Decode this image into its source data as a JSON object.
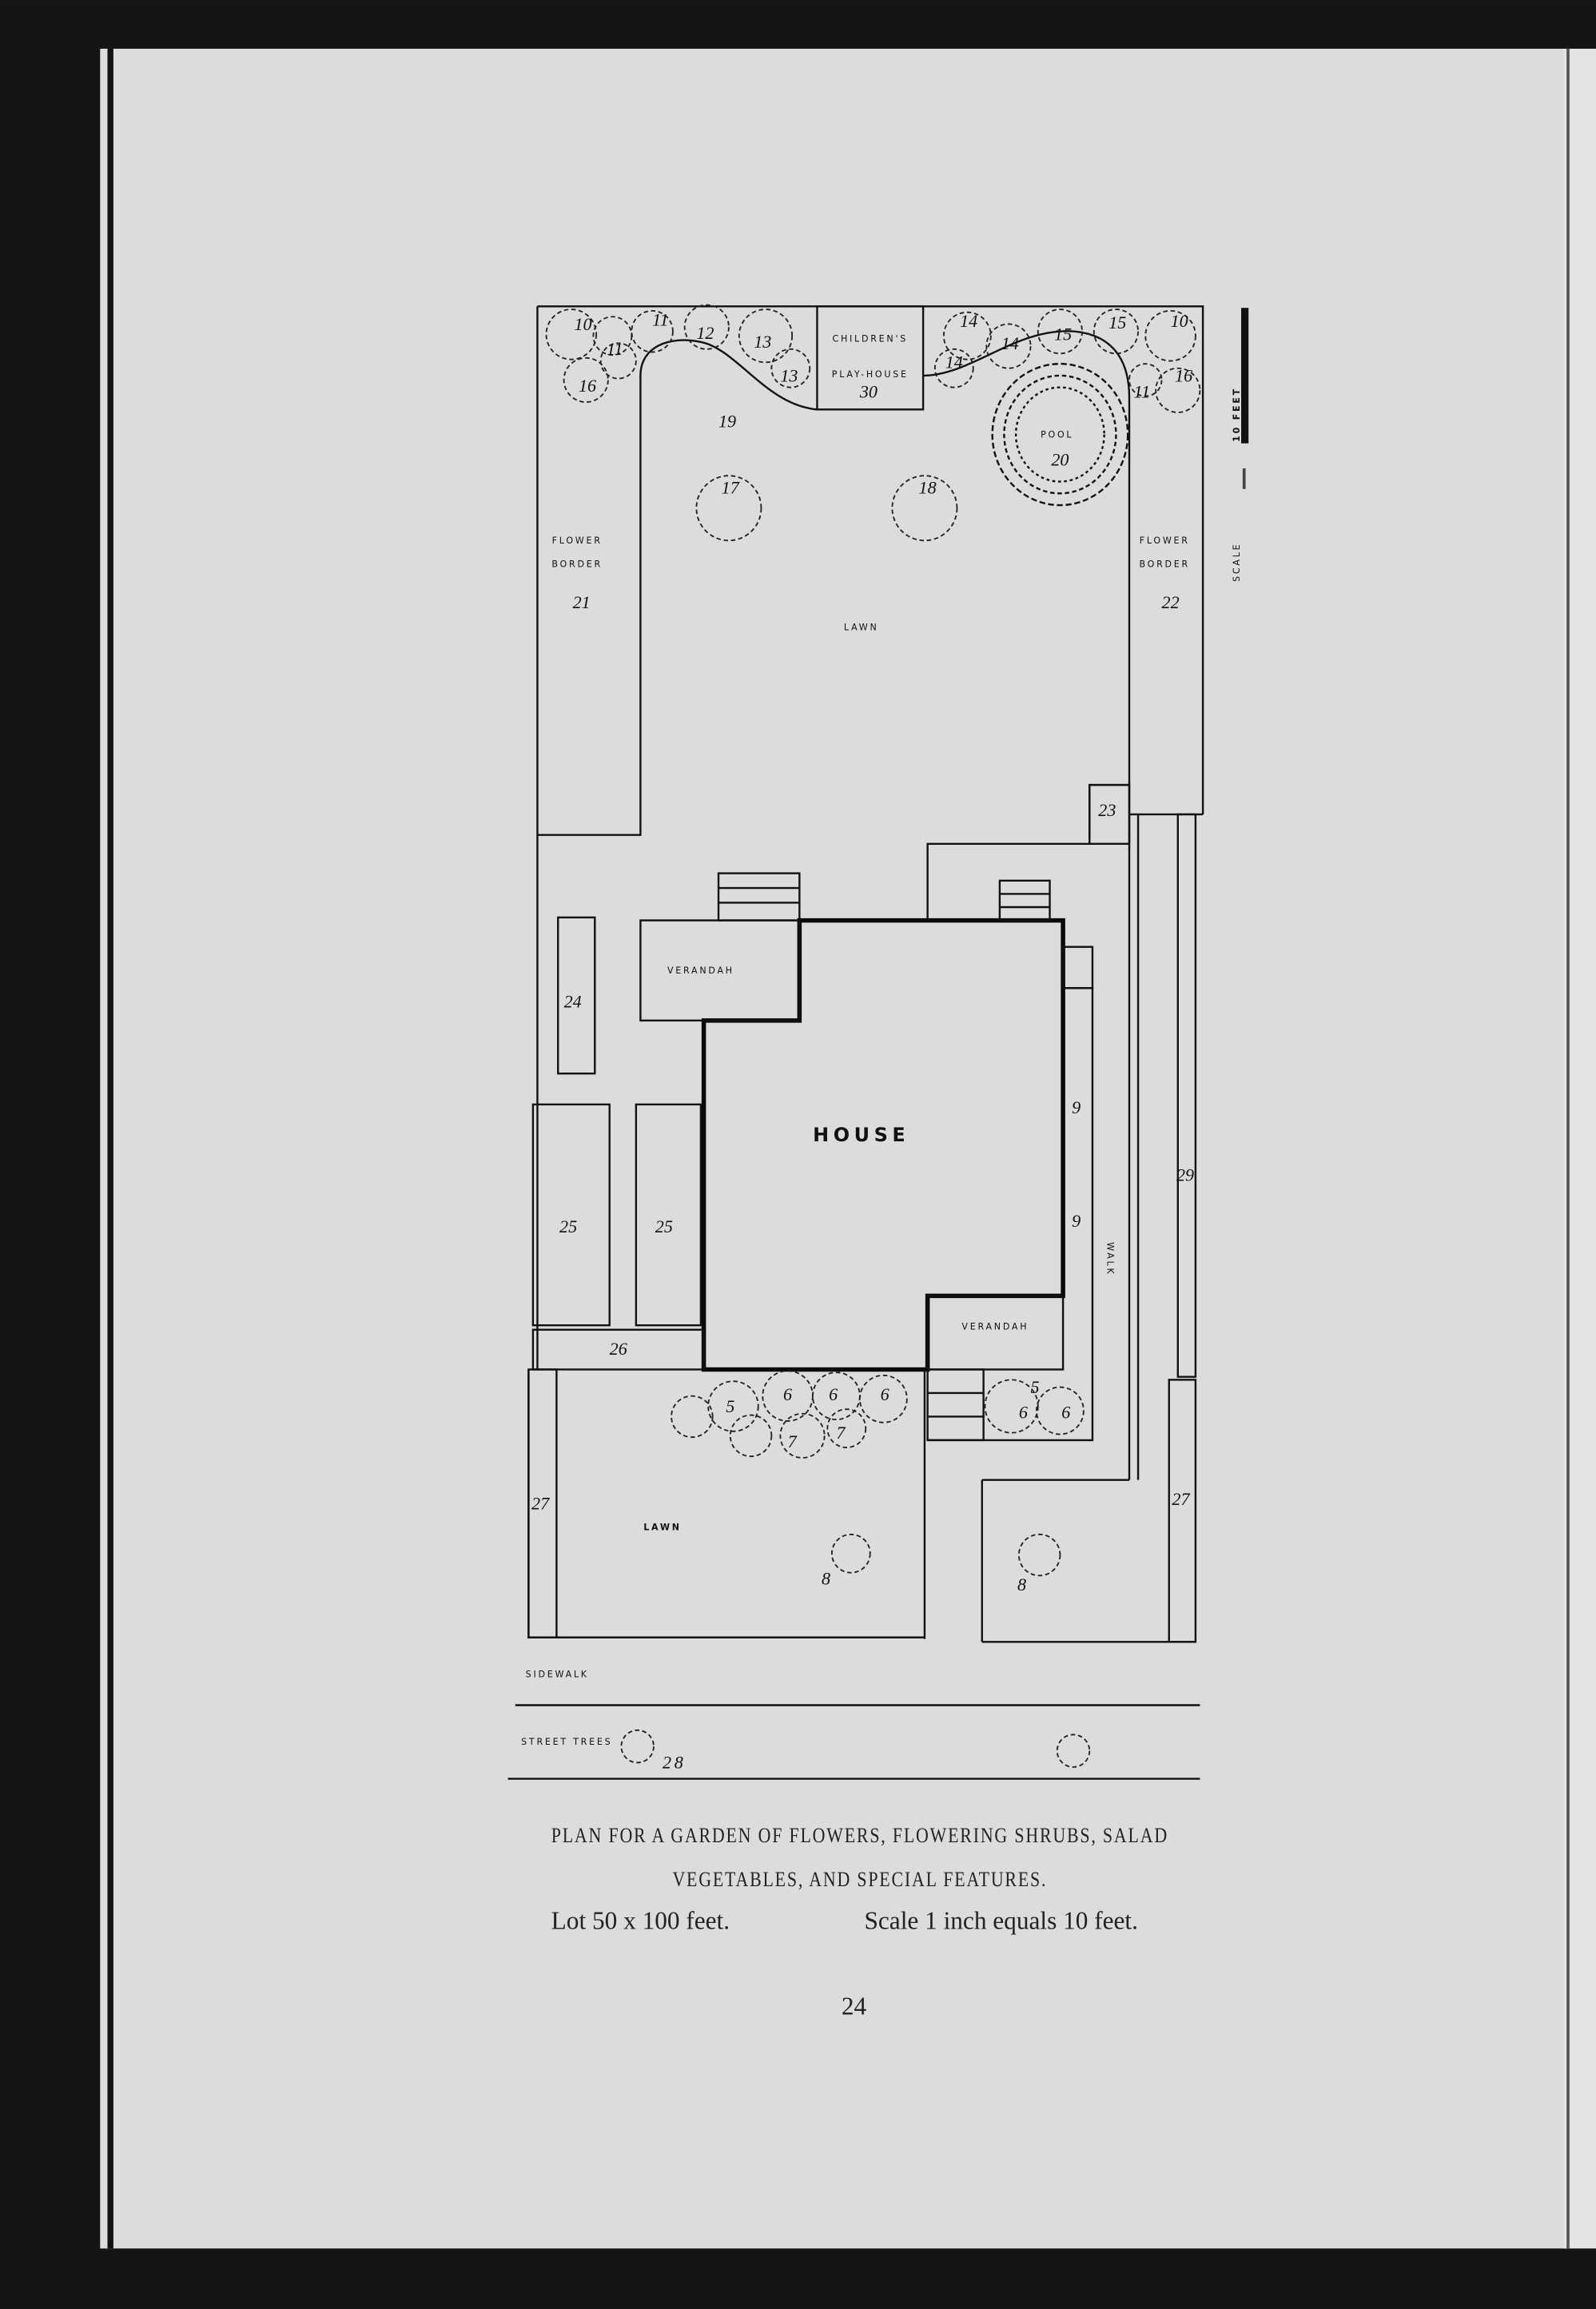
{
  "plan": {
    "playhouse": [
      "CHILDREN'S",
      "PLAY-HOUSE",
      "30"
    ],
    "pool": [
      "POOL",
      "20"
    ],
    "flower_border_left": [
      "FLOWER",
      "BORDER",
      "21"
    ],
    "flower_border_right": [
      "FLOWER",
      "BORDER",
      "22"
    ],
    "lawn_upper": "LAWN",
    "lawn_lower": "LAWN",
    "house": "HOUSE",
    "verandah_left": "VERANDAH",
    "verandah_right": "VERANDAH",
    "walk": "WALK",
    "sidewalk": "SIDEWALK",
    "street_trees": "STREET TREES",
    "scale_label": "SCALE",
    "scale_feet": "10 FEET",
    "numbers": {
      "n10a": "10",
      "n11a": "11",
      "n12": "12",
      "n13a": "13",
      "n13b": "13",
      "n16a": "16",
      "n11b": "11",
      "n14a": "14",
      "n14b": "14",
      "n14c": "14",
      "n15a": "15",
      "n15b": "15",
      "n10b": "10",
      "n16b": "16",
      "n11c": "11",
      "n19": "19",
      "n17": "17",
      "n18": "18",
      "n23": "23",
      "n24": "24",
      "n25a": "25",
      "n25b": "25",
      "n26": "26",
      "n27a": "27",
      "n27b": "27",
      "n28": "28",
      "n29": "29",
      "n9a": "9",
      "n9b": "9",
      "n5a": "5",
      "n6a": "6",
      "n6b": "6",
      "n6c": "6",
      "n7a": "7",
      "n7b": "7",
      "n5b": "5",
      "n6d": "6",
      "n6e": "6",
      "n8a": "8",
      "n8b": "8"
    }
  },
  "caption": {
    "line1": "PLAN FOR A GARDEN OF FLOWERS, FLOWERING SHRUBS, SALAD",
    "line2": "VEGETABLES, AND SPECIAL FEATURES.",
    "lot": "Lot 50 x 100 feet.",
    "scale": "Scale 1 inch equals 10 feet."
  },
  "page_number": "24"
}
